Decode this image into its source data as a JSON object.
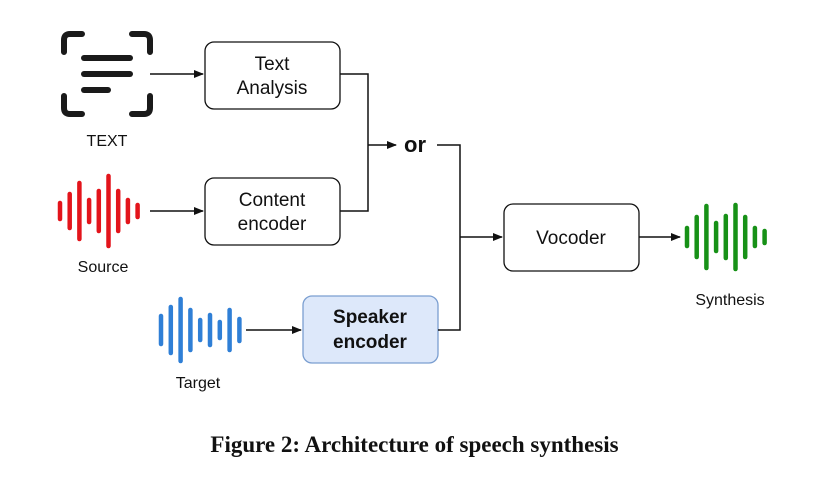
{
  "nodes": {
    "text_analysis": [
      "Text",
      "Analysis"
    ],
    "content_encoder": [
      "Content",
      "encoder"
    ],
    "speaker_encoder": [
      "Speaker",
      "encoder"
    ],
    "vocoder": "Vocoder",
    "or": "or"
  },
  "inputs": {
    "text": "TEXT",
    "source": "Source",
    "target": "Target"
  },
  "output": {
    "synthesis": "Synthesis"
  },
  "colors": {
    "source_wave": "#e3141b",
    "target_wave": "#2f7fd6",
    "synthesis_wave": "#179117",
    "speaker_box_fill": "#dde8fa",
    "speaker_box_stroke": "#7b9fd1",
    "line": "#111111"
  },
  "icons": {
    "text": "text-document-icon",
    "source": "waveform-icon",
    "target": "waveform-icon",
    "synthesis": "waveform-icon"
  },
  "caption": "Figure 2: Architecture of speech synthesis"
}
